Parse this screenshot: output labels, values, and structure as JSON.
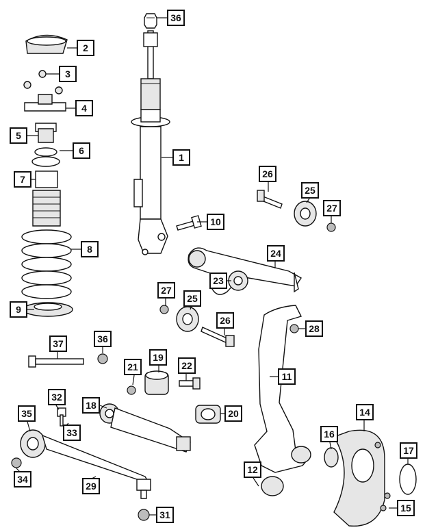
{
  "callouts": [
    {
      "id": "c36a",
      "label": "36"
    },
    {
      "id": "c2",
      "label": "2"
    },
    {
      "id": "c3",
      "label": "3"
    },
    {
      "id": "c4",
      "label": "4"
    },
    {
      "id": "c5",
      "label": "5"
    },
    {
      "id": "c6",
      "label": "6"
    },
    {
      "id": "c1",
      "label": "1"
    },
    {
      "id": "c7",
      "label": "7"
    },
    {
      "id": "c26a",
      "label": "26"
    },
    {
      "id": "c25a",
      "label": "25"
    },
    {
      "id": "c27a",
      "label": "27"
    },
    {
      "id": "c10",
      "label": "10"
    },
    {
      "id": "c8",
      "label": "8"
    },
    {
      "id": "c24",
      "label": "24"
    },
    {
      "id": "c23",
      "label": "23"
    },
    {
      "id": "c27b",
      "label": "27"
    },
    {
      "id": "c25b",
      "label": "25"
    },
    {
      "id": "c9",
      "label": "9"
    },
    {
      "id": "c26b",
      "label": "26"
    },
    {
      "id": "c28",
      "label": "28"
    },
    {
      "id": "c37",
      "label": "37"
    },
    {
      "id": "c36b",
      "label": "36"
    },
    {
      "id": "c19",
      "label": "19"
    },
    {
      "id": "c21",
      "label": "21"
    },
    {
      "id": "c22",
      "label": "22"
    },
    {
      "id": "c11",
      "label": "11"
    },
    {
      "id": "c32",
      "label": "32"
    },
    {
      "id": "c18",
      "label": "18"
    },
    {
      "id": "c35",
      "label": "35"
    },
    {
      "id": "c33",
      "label": "33"
    },
    {
      "id": "c20",
      "label": "20"
    },
    {
      "id": "c14",
      "label": "14"
    },
    {
      "id": "c16",
      "label": "16"
    },
    {
      "id": "c17",
      "label": "17"
    },
    {
      "id": "c12",
      "label": "12"
    },
    {
      "id": "c34",
      "label": "34"
    },
    {
      "id": "c29",
      "label": "29"
    },
    {
      "id": "c15",
      "label": "15"
    },
    {
      "id": "c31",
      "label": "31"
    }
  ]
}
